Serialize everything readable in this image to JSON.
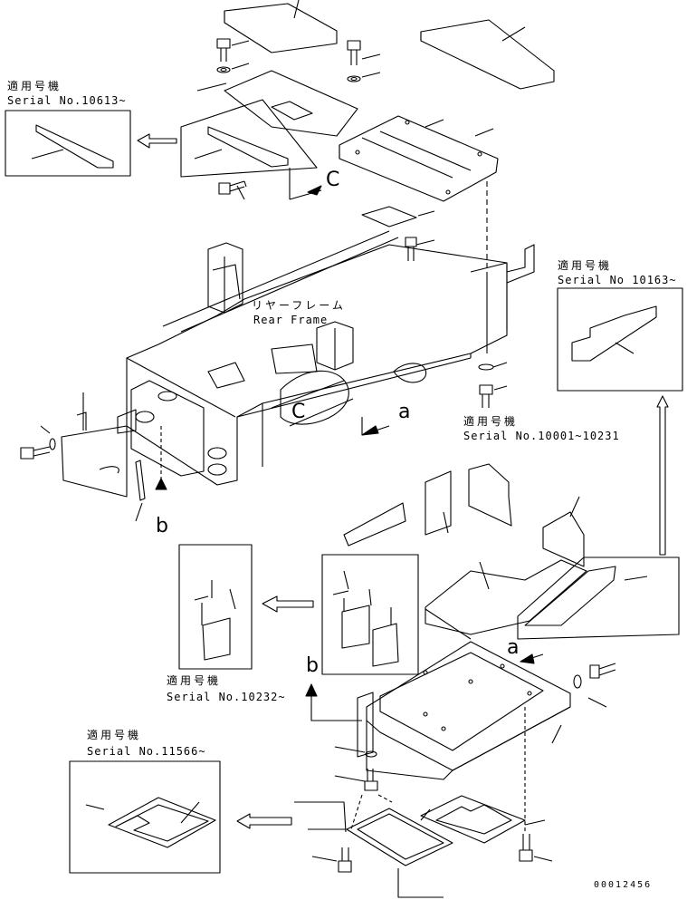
{
  "labels": {
    "frame_jp": "リヤーフレーム",
    "frame_en": "Rear Frame",
    "applicable_jp": "適用号機",
    "serial_10613": "Serial No.10613~",
    "serial_10163": "Serial No 10163~",
    "serial_10001": "Serial No.10001~10231",
    "serial_10232": "Serial No.10232~",
    "serial_11566": "Serial No.11566~",
    "view_c1": "C",
    "view_c2": "C",
    "view_a1": "a",
    "view_a2": "a",
    "view_b1": "b",
    "view_b2": "b",
    "drawing_number": "00012456"
  }
}
